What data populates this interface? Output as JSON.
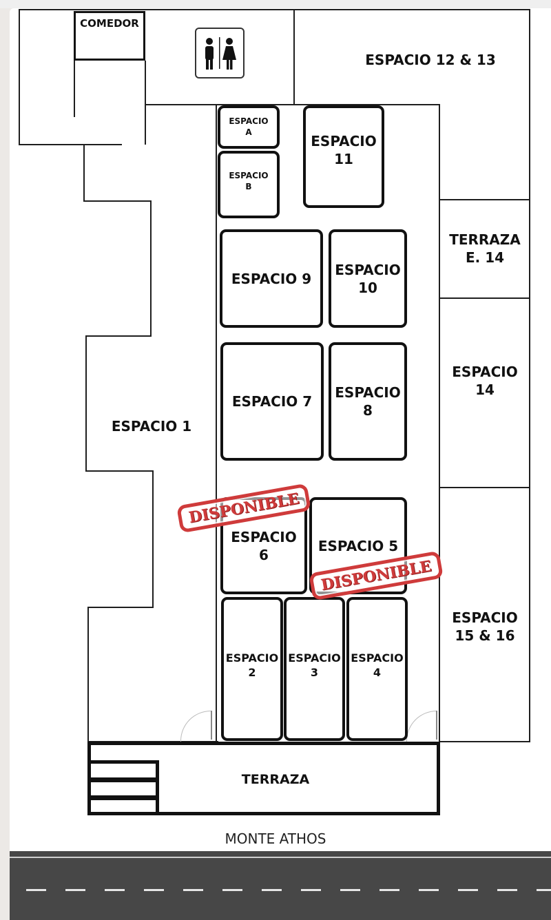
{
  "floor_plan": {
    "areas": {
      "comedor": "COMEDOR",
      "espacio_12_13": "ESPACIO 12 & 13",
      "espacio_a": "ESPACIO\nA",
      "espacio_b": "ESPACIO\nB",
      "espacio_11": "ESPACIO\n11",
      "terraza_e14": "TERRAZA\nE. 14",
      "espacio_9": "ESPACIO 9",
      "espacio_10": "ESPACIO\n10",
      "espacio_14": "ESPACIO\n14",
      "espacio_7": "ESPACIO 7",
      "espacio_8": "ESPACIO\n8",
      "espacio_1": "ESPACIO 1",
      "espacio_6": "ESPACIO\n6",
      "espacio_5": "ESPACIO 5",
      "espacio_15_16": "ESPACIO\n15 & 16",
      "espacio_2": "ESPACIO\n2",
      "espacio_3": "ESPACIO\n3",
      "espacio_4": "ESPACIO\n4",
      "terraza": "TERRAZA"
    },
    "stamps": {
      "espacio_6_status": "DISPONIBLE",
      "espacio_5_status": "DISPONIBLE"
    },
    "icons": {
      "restroom": "restroom-icon"
    },
    "street_name": "MONTE ATHOS",
    "colors": {
      "stamp": "#cf3b3b",
      "road": "#474747",
      "walls": "#1e1e1e",
      "background": "#ece9e6"
    }
  }
}
